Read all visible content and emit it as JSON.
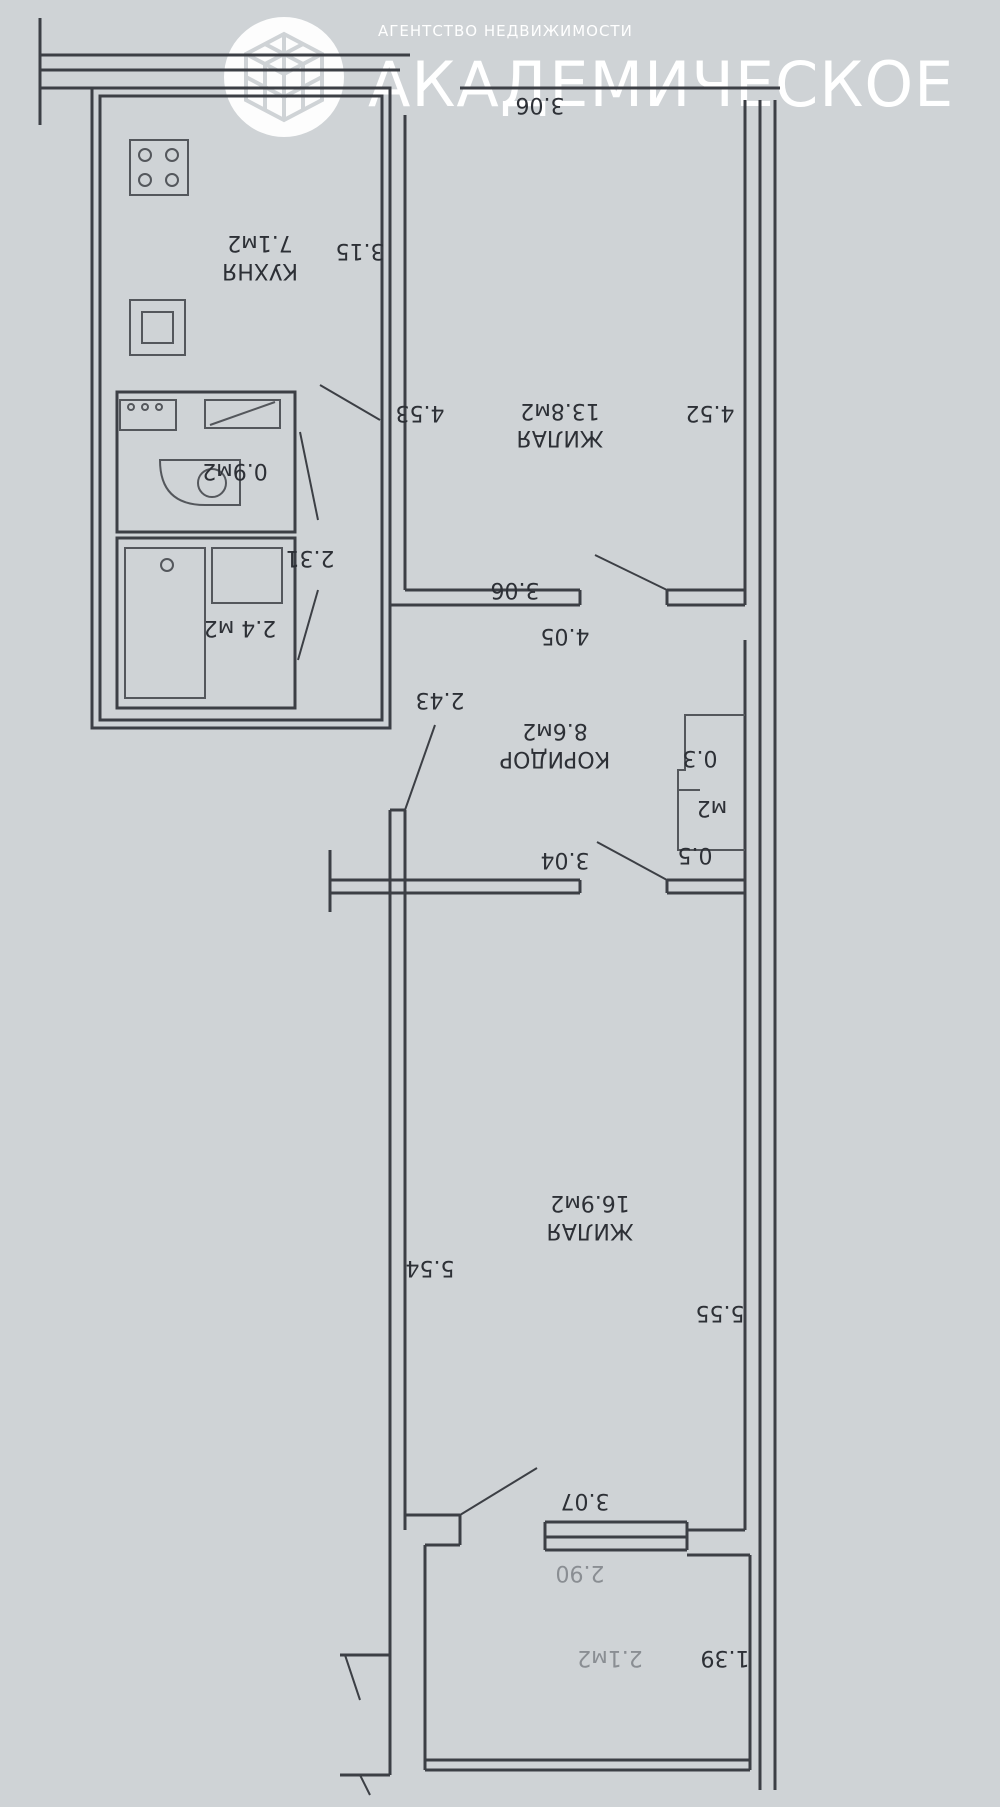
{
  "agency": {
    "tagline": "АГЕНТСТВО НЕДВИЖИМОСТИ",
    "name": "АКАДЕМИЧЕСКОЕ"
  },
  "rooms": [
    {
      "id": "kitchen",
      "name": "КУХНЯ",
      "area": "7.1м2"
    },
    {
      "id": "living1",
      "name": "ЖИЛАЯ",
      "area": "13.8м2"
    },
    {
      "id": "wc",
      "area": "0.9м2"
    },
    {
      "id": "bath",
      "area": "2.4 м2"
    },
    {
      "id": "corridor",
      "name": "КОРИДОР",
      "area": "8.6м2"
    },
    {
      "id": "closet",
      "area": "м2"
    },
    {
      "id": "living2",
      "name": "ЖИЛАЯ",
      "area": "16.9м2"
    },
    {
      "id": "balcony",
      "area": "2.1м2"
    }
  ],
  "dimensions": [
    "3.06",
    "3.15",
    "4.53",
    "4.52",
    "2.31",
    "3.06",
    "4.05",
    "2.43",
    "0.3",
    "0.5",
    "3.04",
    "5.54",
    "5.55",
    "3.07",
    "2.90",
    "1.39"
  ],
  "colors": {
    "paper": "#cfd3d6",
    "ink": "#2d3036",
    "wall": "#3c3f45"
  }
}
